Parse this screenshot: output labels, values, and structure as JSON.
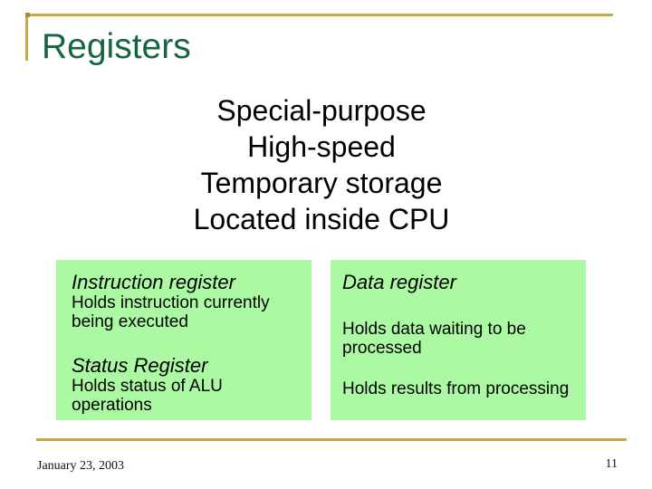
{
  "slide": {
    "title": "Registers",
    "subtitle": {
      "lines": [
        "Special-purpose",
        "High-speed",
        "Temporary storage",
        "Located inside CPU"
      ]
    },
    "boxes": {
      "left": {
        "heading1": "Instruction register",
        "body1": "Holds instruction currently being executed",
        "heading2": "Status Register",
        "body2": "Holds status of ALU operations"
      },
      "right": {
        "heading1": "Data register",
        "body1": "Holds data waiting to be processed",
        "body2": "Holds results from processing"
      }
    },
    "footer": {
      "date": "January 23, 2003",
      "page_number": "11"
    },
    "colors": {
      "title_green": "#166442",
      "box_green": "#abf9a2",
      "accent_gold": "#c6a945",
      "body_text": "#000000"
    }
  }
}
